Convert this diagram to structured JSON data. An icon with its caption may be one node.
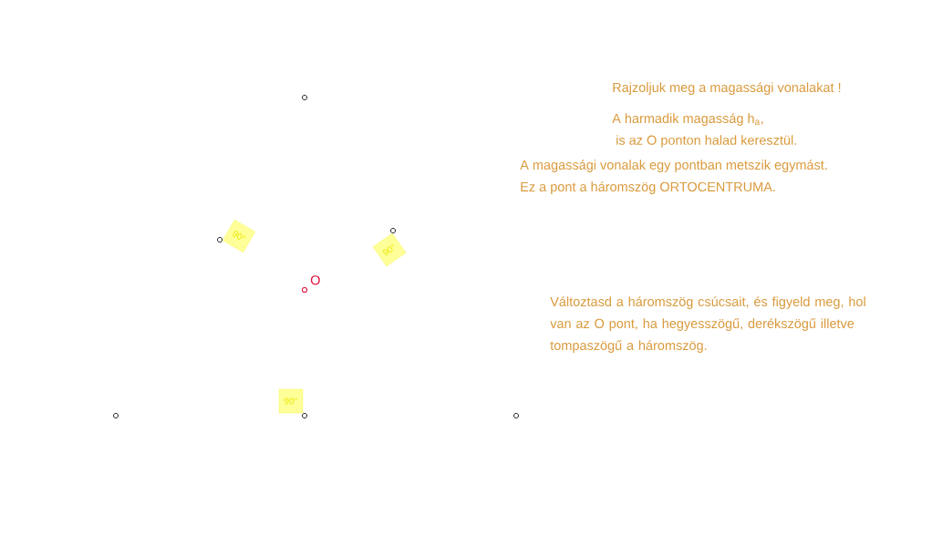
{
  "diagram": {
    "nodes": [
      {
        "text": [
          "90°"
        ]
      },
      {
        "text": [
          "90°"
        ]
      },
      {
        "text": [
          "90°"
        ]
      }
    ],
    "labels": [
      "Rajzoljuk meg a magassági vonalakat !",
      "A harmadik magasság  h$_{a}$,",
      "is az  O ponton halad keresztül.",
      "A magassági vonalak egy pontban metszik egymást.",
      "Ez a pont a háromszög ORTOCENTRUMA.",
      "Változtasd a háromszög csúcsait, és figyeld meg, hol van  az O pont, ha hegyesszögű, derékszögű illetve tompaszögű a háromszög.",
      "O"
    ]
  }
}
